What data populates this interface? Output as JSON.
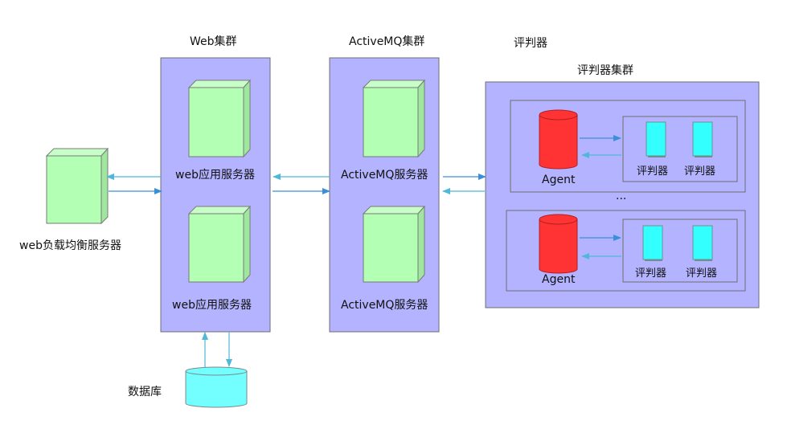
{
  "diagram": {
    "labels": {
      "load_balancer": "web负载均衡服务器",
      "web_cluster_title": "Web集群",
      "web_app_server_1": "web应用服务器",
      "web_app_server_2": "web应用服务器",
      "mq_cluster_title": "ActiveMQ集群",
      "mq_server_1": "ActiveMQ服务器",
      "mq_server_2": "ActiveMQ服务器",
      "judge_heading": "评判器",
      "judge_cluster_title": "评判器集群",
      "ellipsis": "...",
      "database": "数据库",
      "groups": [
        {
          "agent": "Agent",
          "judges": [
            "评判器",
            "评判器"
          ]
        },
        {
          "agent": "Agent",
          "judges": [
            "评判器",
            "评判器"
          ]
        }
      ]
    },
    "colors": {
      "cluster_fill": "#b3b3ff",
      "server_fill": "#b3ffb3",
      "agent_fill": "#ff3333",
      "judge_fill": "#33ffff",
      "db_fill": "#73ffff",
      "arrow_dark": "#3a8fd8",
      "arrow_light": "#4fb8d8",
      "border": "#6f6f6f"
    }
  }
}
